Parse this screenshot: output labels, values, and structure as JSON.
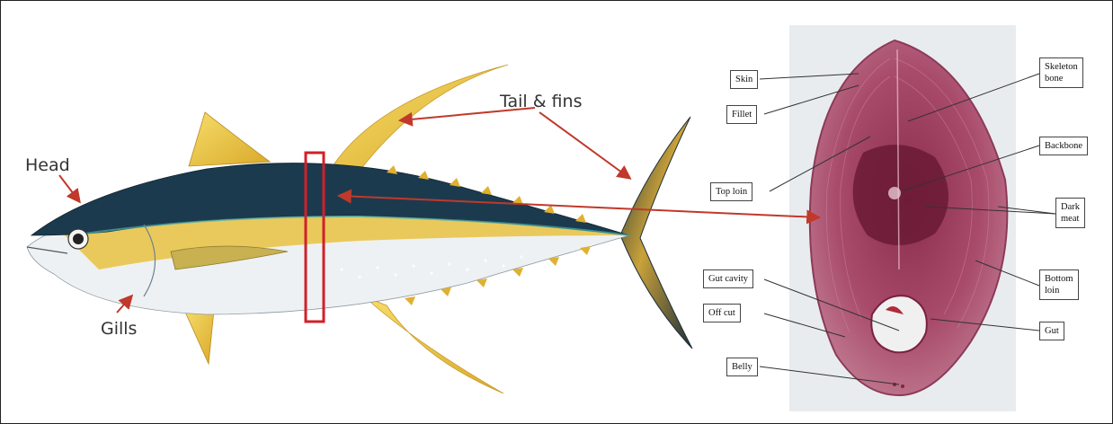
{
  "fish_labels": {
    "head": "Head",
    "gills": "Gills",
    "tail_fins": "Tail & fins"
  },
  "cross_section_labels": {
    "skin": "Skin",
    "fillet": "Fillet",
    "top_loin": "Top loin",
    "gut_cavity": "Gut cavity",
    "off_cut": "Off cut",
    "belly": "Belly",
    "skeleton_bone_line1": "Skeleton",
    "skeleton_bone_line2": "bone",
    "backbone": "Backbone",
    "dark_meat_line1": "Dark",
    "dark_meat_line2": "meat",
    "bottom_loin_line1": "Bottom",
    "bottom_loin_line2": "loin",
    "gut": "Gut"
  },
  "colors": {
    "arrow": "#c0392b",
    "highlight_box": "#d0202a",
    "fish_back": "#1c3a4e",
    "fish_yellow": "#e8c44a",
    "fish_belly": "#eef1f3",
    "steak_meat": "#a84a6a",
    "dark_meat": "#6a1a35"
  }
}
